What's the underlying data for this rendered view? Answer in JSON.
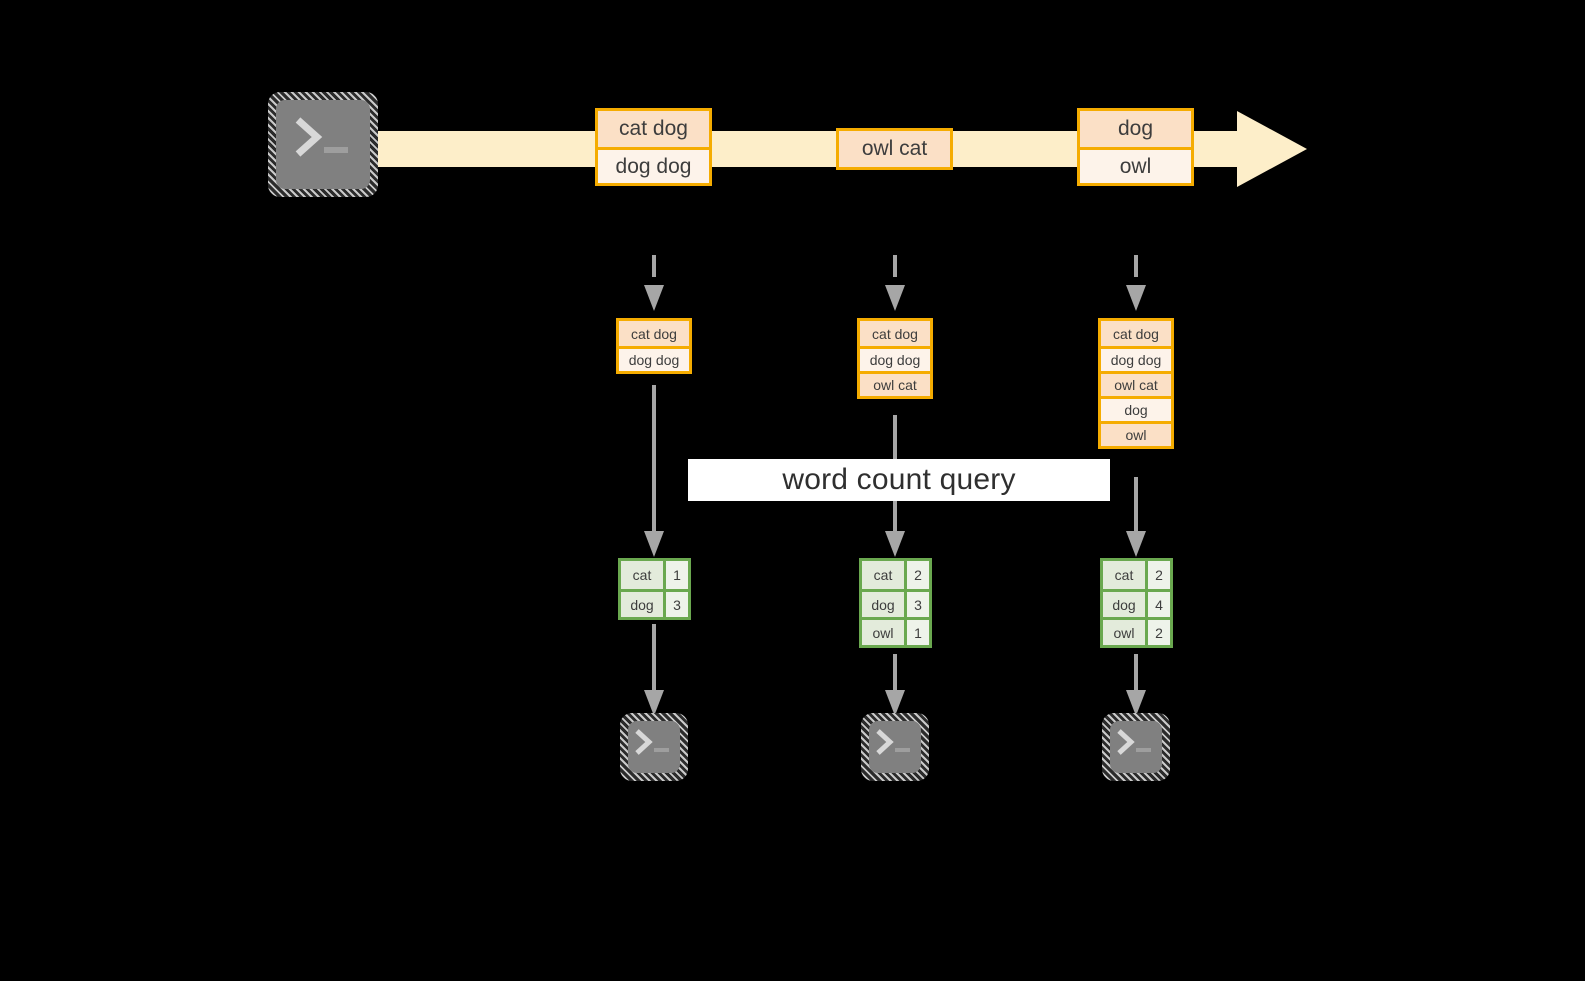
{
  "diagram": {
    "title_label": "word count query",
    "colors": {
      "background": "#000000",
      "record_border": "#f5ac00",
      "record_fill_shade": "#fbe0c6",
      "record_fill_pale": "#fdf3ea",
      "stream_arrow_fill": "#fdeec9",
      "result_border": "#6aa84f",
      "result_fill_key": "#e3ebdb",
      "result_fill_value": "#eef3ea",
      "connector": "#a6a6a6",
      "terminal_body": "#808080",
      "banner_background": "#ffffff",
      "text": "#3d3d3d"
    },
    "producer_terminal": {
      "icon": "terminal-prompt-icon"
    },
    "stream": {
      "icon": "block-arrow-right-icon",
      "events": [
        {
          "name": "event-group-1",
          "lines": [
            "cat dog",
            "dog dog"
          ]
        },
        {
          "name": "event-group-2",
          "lines": [
            "owl cat"
          ]
        },
        {
          "name": "event-group-3",
          "lines": [
            "dog",
            "owl"
          ]
        }
      ]
    },
    "columns": [
      {
        "name": "snapshot-1",
        "accumulated": [
          "cat dog",
          "dog dog"
        ],
        "results": [
          {
            "word": "cat",
            "count": "1"
          },
          {
            "word": "dog",
            "count": "3"
          }
        ],
        "consumer_icon": "terminal-prompt-icon"
      },
      {
        "name": "snapshot-2",
        "accumulated": [
          "cat dog",
          "dog dog",
          "owl cat"
        ],
        "results": [
          {
            "word": "cat",
            "count": "2"
          },
          {
            "word": "dog",
            "count": "3"
          },
          {
            "word": "owl",
            "count": "1"
          }
        ],
        "consumer_icon": "terminal-prompt-icon"
      },
      {
        "name": "snapshot-3",
        "accumulated": [
          "cat dog",
          "dog dog",
          "owl cat",
          "dog",
          "owl"
        ],
        "results": [
          {
            "word": "cat",
            "count": "2"
          },
          {
            "word": "dog",
            "count": "4"
          },
          {
            "word": "owl",
            "count": "2"
          }
        ],
        "consumer_icon": "terminal-prompt-icon"
      }
    ]
  }
}
